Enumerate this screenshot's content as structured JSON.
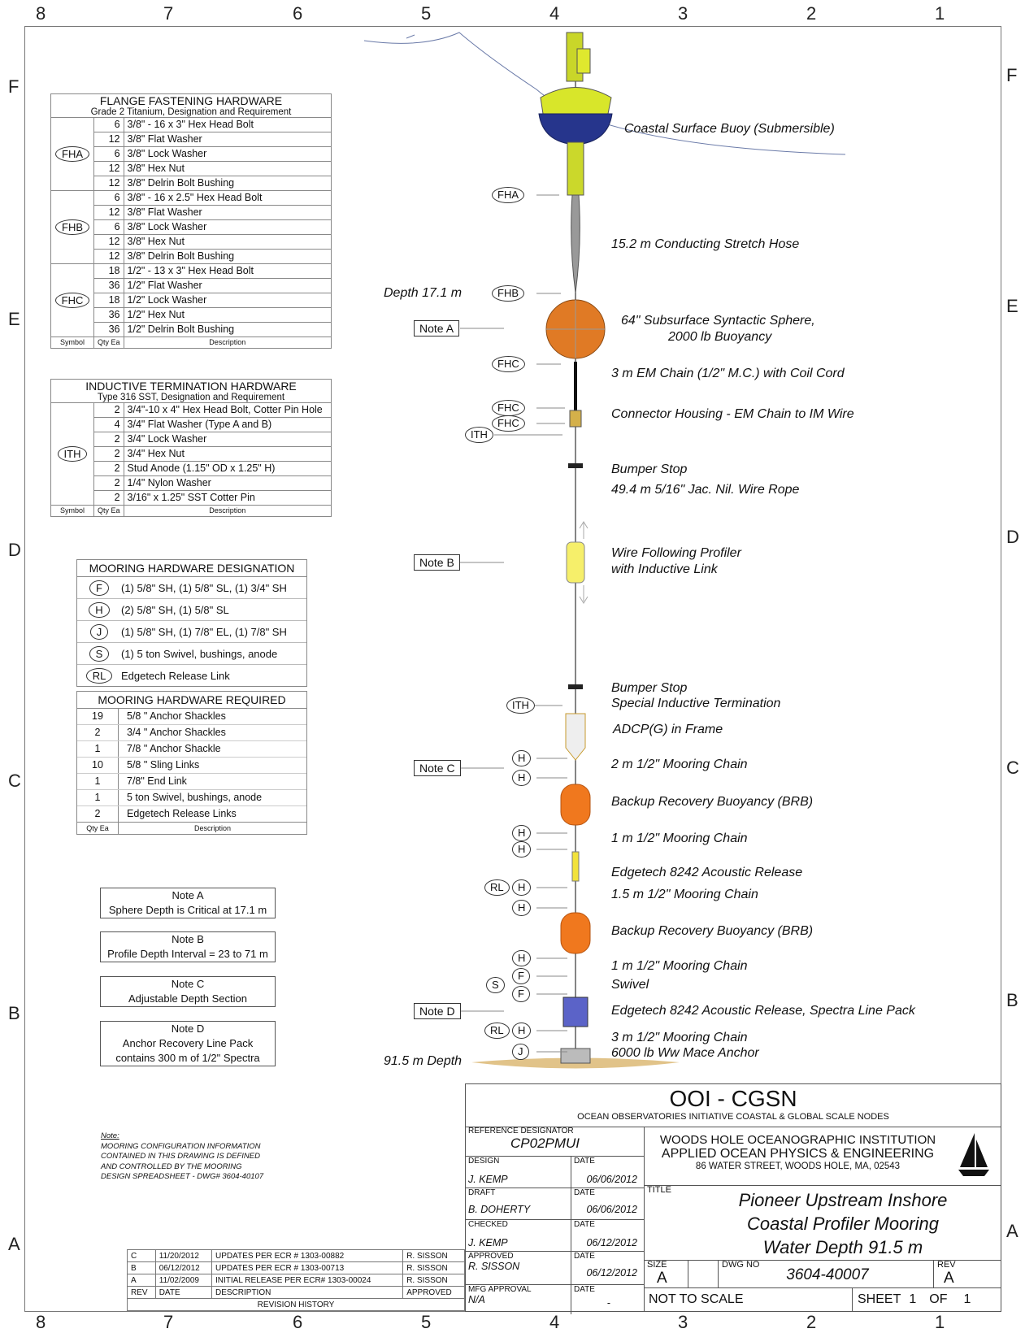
{
  "zones": {
    "top": [
      "8",
      "7",
      "6",
      "5",
      "4",
      "3",
      "2",
      "1"
    ],
    "bottom": [
      "8",
      "7",
      "6",
      "5",
      "4",
      "3",
      "2",
      "1"
    ],
    "left": [
      "F",
      "E",
      "D",
      "C",
      "B",
      "A"
    ],
    "right": [
      "F",
      "E",
      "D",
      "C",
      "B",
      "A"
    ]
  },
  "flange": {
    "title": "FLANGE FASTENING HARDWARE",
    "subtitle": "Grade 2 Titanium, Designation and Requirement",
    "groups": [
      {
        "symbol": "FHA",
        "rows": [
          [
            "6",
            "3/8\" - 16 x 3\" Hex Head Bolt"
          ],
          [
            "12",
            "3/8\" Flat Washer"
          ],
          [
            "6",
            "3/8\" Lock  Washer"
          ],
          [
            "12",
            "3/8\" Hex Nut"
          ],
          [
            "12",
            "3/8\" Delrin Bolt Bushing"
          ]
        ]
      },
      {
        "symbol": "FHB",
        "rows": [
          [
            "6",
            "3/8\" - 16 x 2.5\" Hex Head Bolt"
          ],
          [
            "12",
            "3/8\" Flat Washer"
          ],
          [
            "6",
            "3/8\" Lock  Washer"
          ],
          [
            "12",
            "3/8\" Hex Nut"
          ],
          [
            "12",
            "3/8\" Delrin Bolt Bushing"
          ]
        ]
      },
      {
        "symbol": "FHC",
        "rows": [
          [
            "18",
            "1/2\" - 13 x 3\" Hex Head Bolt"
          ],
          [
            "36",
            "1/2\" Flat Washer"
          ],
          [
            "18",
            "1/2\" Lock  Washer"
          ],
          [
            "36",
            "1/2\" Hex Nut"
          ],
          [
            "36",
            "1/2\" Delrin Bolt Bushing"
          ]
        ]
      }
    ],
    "footer": [
      "Symbol",
      "Qty Ea",
      "Description"
    ]
  },
  "inductive": {
    "title": "INDUCTIVE TERMINATION HARDWARE",
    "subtitle": "Type 316 SST, Designation and Requirement",
    "symbol": "ITH",
    "rows": [
      [
        "2",
        "3/4\"-10 x 4\" Hex Head Bolt, Cotter Pin Hole"
      ],
      [
        "4",
        "3/4\" Flat Washer (Type A and B)"
      ],
      [
        "2",
        "3/4\" Lock  Washer"
      ],
      [
        "2",
        "3/4\" Hex Nut"
      ],
      [
        "2",
        "Stud Anode (1.15\" OD x 1.25\" H)"
      ],
      [
        "2",
        "1/4\" Nylon Washer"
      ],
      [
        "2",
        "3/16\" x 1.25\" SST Cotter Pin"
      ]
    ],
    "footer": [
      "Symbol",
      "Qty Ea",
      "Description"
    ]
  },
  "designation": {
    "title": "MOORING HARDWARE DESIGNATION",
    "rows": [
      [
        "F",
        "(1) 5/8\" SH, (1) 5/8\" SL, (1) 3/4\" SH"
      ],
      [
        "H",
        "(2) 5/8\" SH, (1) 5/8\" SL"
      ],
      [
        "J",
        "(1) 5/8\" SH, (1) 7/8\" EL, (1) 7/8\" SH"
      ],
      [
        "S",
        "(1) 5 ton Swivel, bushings, anode"
      ],
      [
        "RL",
        "Edgetech Release Link"
      ]
    ]
  },
  "required": {
    "title": "MOORING HARDWARE REQUIRED",
    "rows": [
      [
        "19",
        "5/8 \" Anchor Shackles"
      ],
      [
        "2",
        "3/4 \" Anchor Shackles"
      ],
      [
        "1",
        "7/8 \" Anchor Shackle"
      ],
      [
        "10",
        "5/8 \" Sling Links"
      ],
      [
        "1",
        "7/8\" End Link"
      ],
      [
        "1",
        "5 ton Swivel, bushings, anode"
      ],
      [
        "2",
        "Edgetech Release Links"
      ]
    ],
    "footer": [
      "Qty Ea",
      "Description"
    ]
  },
  "notes": [
    {
      "title": "Note A",
      "text": "Sphere Depth is Critical at 17.1 m"
    },
    {
      "title": "Note B",
      "text": "Profile Depth Interval = 23 to 71 m"
    },
    {
      "title": "Note C",
      "text": "Adjustable Depth Section"
    },
    {
      "title": "Note D",
      "text": "Anchor Recovery Line Pack contains 300 m of 1/2\" Spectra"
    }
  ],
  "general_note": {
    "head": "Note:",
    "lines": [
      "MOORING CONFIGURATION INFORMATION",
      "CONTAINED IN THIS DRAWING IS DEFINED",
      "AND CONTROLLED BY THE MOORING",
      "DESIGN SPREADSHEET - DWG# 3604-40107"
    ]
  },
  "components": [
    "Coastal Surface Buoy (Submersible)",
    "15.2 m Conducting Stretch Hose",
    "64\" Subsurface Syntactic Sphere,",
    "2000 lb Buoyancy",
    "3 m EM Chain (1/2\" M.C.) with Coil Cord",
    "Connector Housing - EM Chain to IM Wire",
    "Bumper Stop",
    "49.4 m 5/16\" Jac. Nil. Wire Rope",
    "Wire Following Profiler",
    "with Inductive Link",
    "Bumper Stop",
    "Special Inductive Termination",
    "ADCP(G) in Frame",
    "2 m 1/2\" Mooring Chain",
    "Backup Recovery Buoyancy (BRB)",
    "1 m 1/2\" Mooring Chain",
    "Edgetech 8242 Acoustic Release",
    "1.5 m 1/2\" Mooring Chain",
    "Backup Recovery Buoyancy (BRB)",
    "1 m 1/2\" Mooring Chain",
    "Swivel",
    "Edgetech 8242 Acoustic Release, Spectra Line Pack",
    "3 m 1/2\" Mooring Chain",
    "6000 lb Ww Mace Anchor"
  ],
  "depths": {
    "sphere": "Depth 17.1 m",
    "bottom": "91.5 m Depth"
  },
  "note_tags": [
    "Note A",
    "Note B",
    "Note C",
    "Note D"
  ],
  "hw_tags": [
    "FHA",
    "FHB",
    "FHC",
    "FHC",
    "FHC",
    "ITH",
    "ITH",
    "H",
    "H",
    "H",
    "H",
    "RL",
    "H",
    "H",
    "H",
    "F",
    "S",
    "F",
    "RL",
    "H",
    "J"
  ],
  "title_block": {
    "org": "OOI - CGSN",
    "org_full": "OCEAN OBSERVATORIES INITIATIVE COASTAL & GLOBAL SCALE NODES",
    "ref_label": "REFERENCE DESIGNATOR",
    "ref": "CP02PMUI",
    "inst1": "WOODS HOLE OCEANOGRAPHIC INSTITUTION",
    "inst2": "APPLIED OCEAN PHYSICS & ENGINEERING",
    "inst3": "86 WATER STREET, WOODS HOLE, MA, 02543",
    "design_label": "DESIGN",
    "date_label": "DATE",
    "design": "J. KEMP",
    "design_date": "06/06/2012",
    "draft_label": "DRAFT",
    "draft": "B. DOHERTY",
    "draft_date": "06/06/2012",
    "checked_label": "CHECKED",
    "checked": "J. KEMP",
    "checked_date": "06/12/2012",
    "approved_label": "APPROVED",
    "approved": "R. SISSON",
    "approved_date": "06/12/2012",
    "mfg_label": "MFG APPROVAL",
    "mfg": "N/A",
    "mfg_date": "-",
    "title_label": "TITLE",
    "title1": "Pioneer Upstream Inshore",
    "title2": "Coastal Profiler Mooring",
    "title3": "Water Depth 91.5 m",
    "size_label": "SIZE",
    "size": "A",
    "dwg_label": "DWG NO",
    "dwg": "3604-40007",
    "rev_label": "REV",
    "rev": "A",
    "scale": "NOT TO SCALE",
    "sheet_label": "SHEET",
    "sheet": "1",
    "of_label": "OF",
    "of": "1"
  },
  "revisions": {
    "rows": [
      [
        "C",
        "11/20/2012",
        "UPDATES PER ECR # 1303-00882",
        "R. SISSON"
      ],
      [
        "B",
        "06/12/2012",
        "UPDATES PER ECR # 1303-00713",
        "R. SISSON"
      ],
      [
        "A",
        "11/02/2009",
        "INITIAL RELEASE PER ECR# 1303-00024",
        "R. SISSON"
      ]
    ],
    "headers": [
      "REV",
      "DATE",
      "DESCRIPTION",
      "APPROVED"
    ],
    "caption": "REVISION HISTORY"
  },
  "colors": {
    "buoy_yellow": "#d8e62a",
    "buoy_blue": "#26358c",
    "sphere_orange": "#e07a25",
    "brb_orange": "#f0781e",
    "line": "#222"
  }
}
